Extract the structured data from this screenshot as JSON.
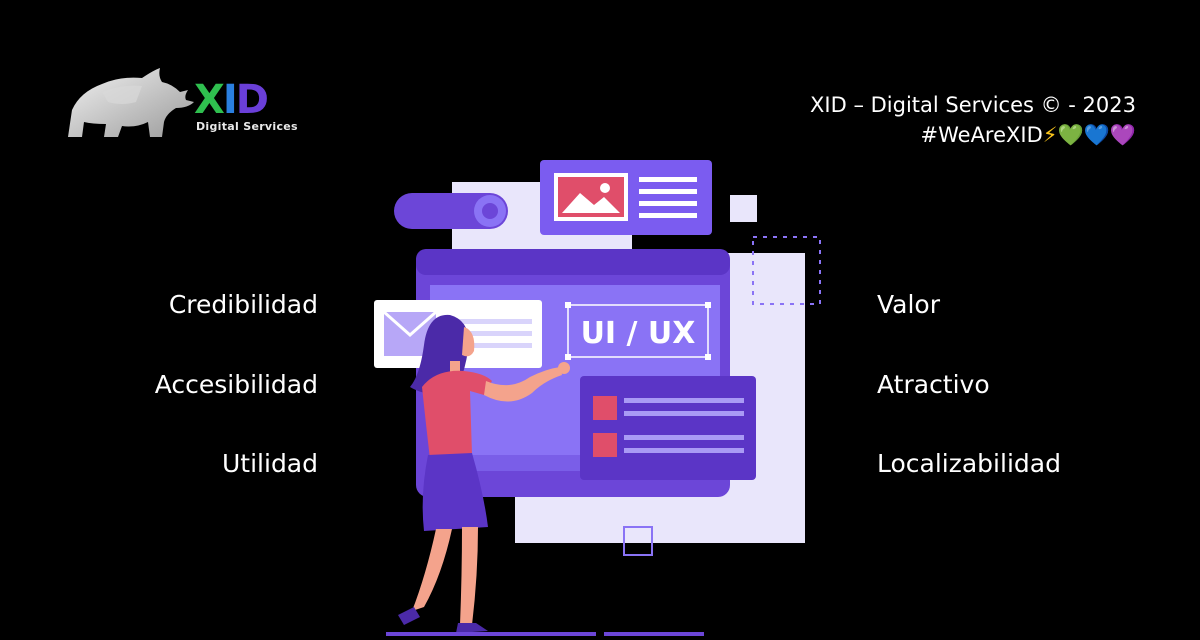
{
  "logo": {
    "mark": "XID",
    "subtitle": "Digital Services",
    "emblem": "rhino-icon"
  },
  "header": {
    "line1": "XID – Digital Services © - 2023",
    "hashtag": "#WeAreXID",
    "emoji": [
      "⚡",
      "💚",
      "💙",
      "💜"
    ]
  },
  "words_left": [
    "Credibilidad",
    "Accesibilidad",
    "Utilidad"
  ],
  "words_right": [
    "Valor",
    "Atractivo",
    "Localizabilidad"
  ],
  "illustration": {
    "label": "UI / UX"
  },
  "colors": {
    "background": "#000000",
    "purple": "#6c46d8",
    "light_purple": "#8a73f5",
    "pale": "#e9e6fb",
    "accent": "#e04e6a"
  }
}
